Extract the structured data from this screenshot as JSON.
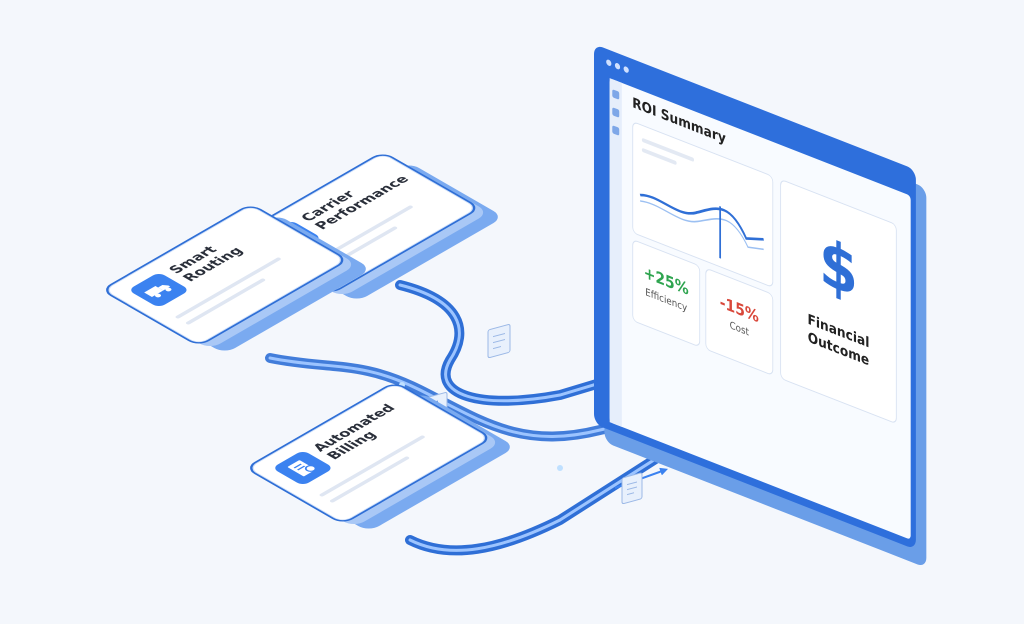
{
  "cards": {
    "smart_routing": {
      "title": "Smart Routing",
      "icon": "truck-icon"
    },
    "carrier_performance": {
      "title": "Carrier Performance",
      "icon": "line-chart-icon"
    },
    "automated_billing": {
      "title": "Automated Billing",
      "icon": "invoice-icon"
    }
  },
  "dashboard": {
    "title": "ROI Summary",
    "efficiency": {
      "value": "+25%",
      "label": "Efficiency"
    },
    "cost": {
      "value": "-15%",
      "label": "Cost"
    },
    "financial": {
      "symbol": "$",
      "label": "Financial Outcome"
    }
  },
  "colors": {
    "accent": "#2f6fd6",
    "positive": "#2ea44f",
    "negative": "#d9483b"
  }
}
